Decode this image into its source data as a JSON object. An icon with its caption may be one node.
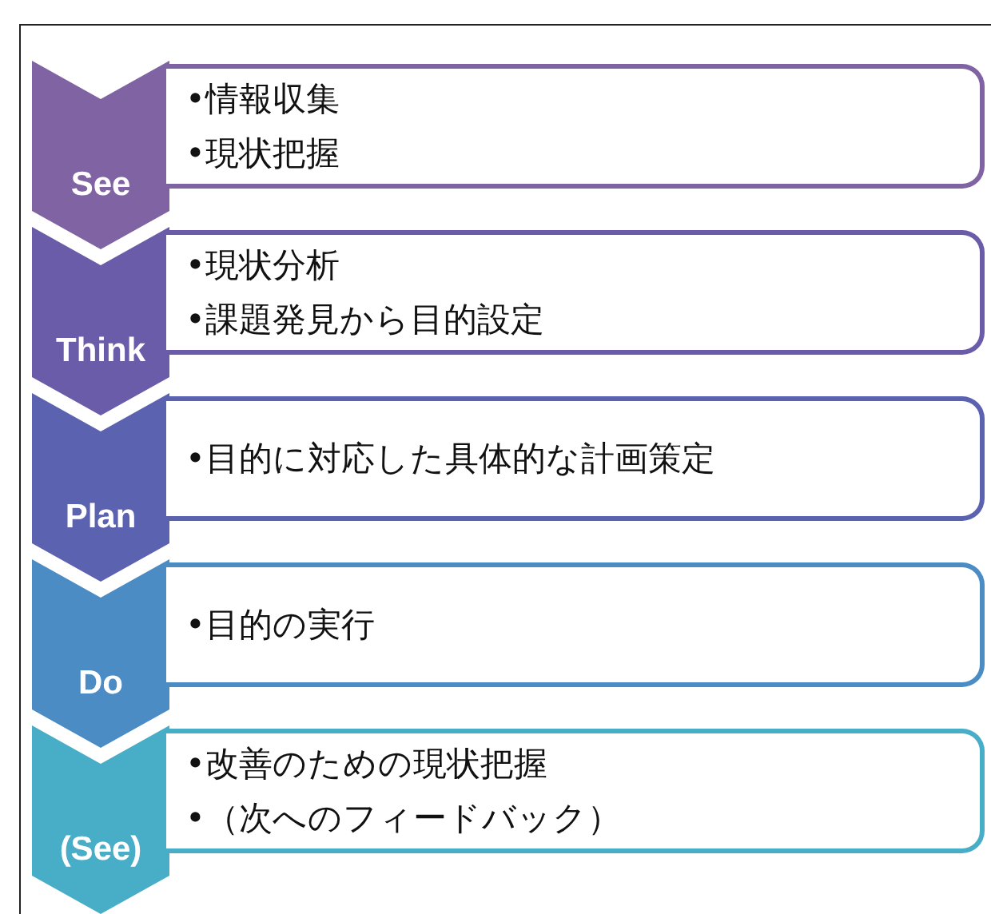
{
  "diagram": {
    "nodes": [
      {
        "text": [
          "See"
        ]
      },
      {
        "text": [
          "•情報収集",
          "•現状把握"
        ]
      },
      {
        "text": [
          "Think"
        ]
      },
      {
        "text": [
          "•現状分析",
          "•課題発見から目的設定"
        ]
      },
      {
        "text": [
          "Plan"
        ]
      },
      {
        "text": [
          "•目的に対応した具体的な計画策定"
        ]
      },
      {
        "text": [
          "Do"
        ]
      },
      {
        "text": [
          "•目的の実行"
        ]
      },
      {
        "text": [
          "(See)"
        ]
      },
      {
        "text": [
          "•改善のための現状把握",
          "•（次へのフィードバック）"
        ]
      }
    ]
  }
}
